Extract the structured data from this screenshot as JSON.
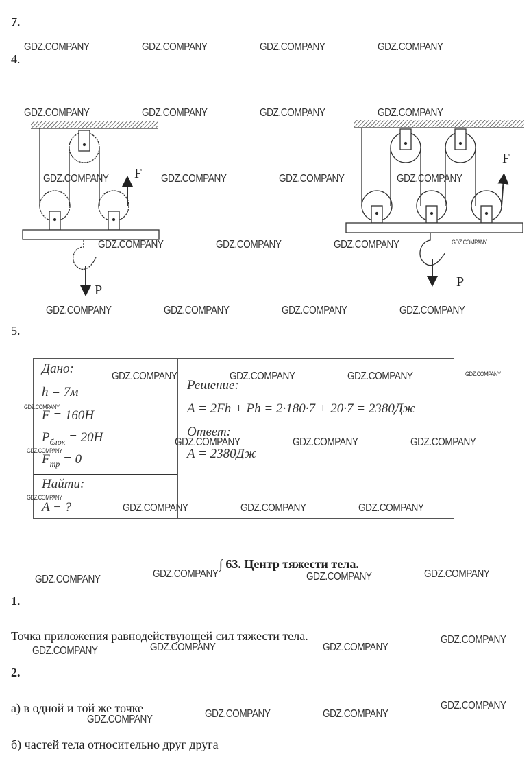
{
  "headings": {
    "task7": "7.",
    "task4": "4.",
    "task5": "5.",
    "task1": "1.",
    "task2": "2."
  },
  "diagram": {
    "force_label": "F",
    "weight_label": "P"
  },
  "given": {
    "title": "Дано:",
    "h": "h = 7м",
    "F": "F = 160Н",
    "P_main": "P",
    "P_sub": "блок",
    "P_val": " = 20Н",
    "Ftr_main": "F",
    "Ftr_sub": "тр",
    "Ftr_val": " = 0",
    "find_title": "Найти:",
    "find": "A − ?"
  },
  "solution": {
    "title": "Решение:",
    "formula": "A = 2Fh + Ph = 2·180·7 + 20·7 = 2380Дж",
    "answer_title": "Ответ:",
    "answer": "A = 2380Дж"
  },
  "section_title": "∫ 63. Центр тяжести тела.",
  "answers": {
    "a1": "Точка приложения равнодействующей сил тяжести тела.",
    "a2a": "а) в одной и той же точке",
    "a2b": "б) частей тела относительно друг друга"
  },
  "watermark": "GDZ.COMPANY"
}
